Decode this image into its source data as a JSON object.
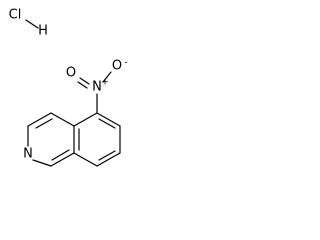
{
  "molecule": {
    "salt": {
      "cl_label": "Cl",
      "h_label": "H"
    },
    "nitro": {
      "n_label": "N",
      "n_charge": "+",
      "o_top_label": "O",
      "o_top_charge": "-",
      "o_left_label": "O"
    },
    "ring_n_label": "N"
  },
  "colors": {
    "ink": "#000000",
    "background": "#ffffff"
  }
}
